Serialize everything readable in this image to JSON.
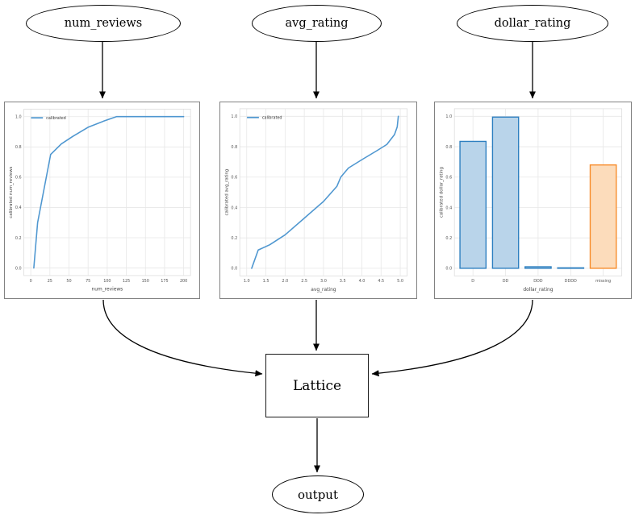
{
  "diagram": {
    "input_nodes": [
      {
        "id": "num_reviews",
        "label": "num_reviews"
      },
      {
        "id": "avg_rating",
        "label": "avg_rating"
      },
      {
        "id": "dollar_rating",
        "label": "dollar_rating"
      }
    ],
    "lattice_label": "Lattice",
    "output_label": "output",
    "edges": [
      {
        "from": "num_reviews",
        "to": "calibration-num_reviews"
      },
      {
        "from": "avg_rating",
        "to": "calibration-avg_rating"
      },
      {
        "from": "dollar_rating",
        "to": "calibration-dollar_rating"
      },
      {
        "from": "calibration-num_reviews",
        "to": "Lattice"
      },
      {
        "from": "calibration-avg_rating",
        "to": "Lattice"
      },
      {
        "from": "calibration-dollar_rating",
        "to": "Lattice"
      },
      {
        "from": "Lattice",
        "to": "output"
      }
    ]
  },
  "colors": {
    "edge_black": "#000000",
    "figure_border": "#818181",
    "grid": "#e7e7e7",
    "spine": "#dddddd",
    "tick_text": "#555555",
    "axis_label_text": "#444444",
    "line_blue": "#4f97d0",
    "bar_blue_fill": "#b9d4ea",
    "bar_blue_edge": "#2d7fc0",
    "bar_orange_fill": "#fcdcbb",
    "bar_orange_edge": "#f78b29"
  },
  "chart_data": [
    {
      "type": "line",
      "title": "",
      "xlabel": "num_reviews",
      "ylabel": "calibrated num_reviews",
      "xlim": [
        0,
        200
      ],
      "ylim": [
        0.0,
        1.0
      ],
      "grid": true,
      "legend": [
        {
          "label": "calibrated",
          "color": "line_blue"
        }
      ],
      "legend_position": "upper left",
      "xticks": [
        {
          "v": 0,
          "t": "0"
        },
        {
          "v": 25,
          "t": "25"
        },
        {
          "v": 50,
          "t": "50"
        },
        {
          "v": 75,
          "t": "75"
        },
        {
          "v": 100,
          "t": "100"
        },
        {
          "v": 125,
          "t": "125"
        },
        {
          "v": 150,
          "t": "150"
        },
        {
          "v": 175,
          "t": "175"
        },
        {
          "v": 200,
          "t": "200"
        }
      ],
      "yticks": [
        {
          "v": 0.0,
          "t": "0.0"
        },
        {
          "v": 0.2,
          "t": "0.2"
        },
        {
          "v": 0.4,
          "t": "0.4"
        },
        {
          "v": 0.6,
          "t": "0.6"
        },
        {
          "v": 0.8,
          "t": "0.8"
        },
        {
          "v": 1.0,
          "t": "1.0"
        }
      ],
      "series": [
        {
          "name": "calibrated",
          "color": "line_blue",
          "x": [
            4,
            9,
            26,
            40,
            55,
            75,
            95,
            112,
            200
          ],
          "y": [
            0.0,
            0.3,
            0.75,
            0.82,
            0.87,
            0.93,
            0.97,
            1.0,
            1.0
          ]
        }
      ]
    },
    {
      "type": "line",
      "title": "",
      "xlabel": "avg_rating",
      "ylabel": "calibrated avg_rating",
      "xlim": [
        1.0,
        5.0
      ],
      "ylim": [
        0.0,
        1.0
      ],
      "grid": true,
      "legend": [
        {
          "label": "calibrated",
          "color": "line_blue"
        }
      ],
      "legend_position": "upper left",
      "xticks": [
        {
          "v": 1.0,
          "t": "1.0"
        },
        {
          "v": 1.5,
          "t": "1.5"
        },
        {
          "v": 2.0,
          "t": "2.0"
        },
        {
          "v": 2.5,
          "t": "2.5"
        },
        {
          "v": 3.0,
          "t": "3.0"
        },
        {
          "v": 3.5,
          "t": "3.5"
        },
        {
          "v": 4.0,
          "t": "4.0"
        },
        {
          "v": 4.5,
          "t": "4.5"
        },
        {
          "v": 5.0,
          "t": "5.0"
        }
      ],
      "yticks": [
        {
          "v": 0.0,
          "t": "0.0"
        },
        {
          "v": 0.2,
          "t": "0.2"
        },
        {
          "v": 0.4,
          "t": "0.4"
        },
        {
          "v": 0.6,
          "t": "0.6"
        },
        {
          "v": 0.8,
          "t": "0.8"
        },
        {
          "v": 1.0,
          "t": "1.0"
        }
      ],
      "series": [
        {
          "name": "calibrated",
          "color": "line_blue",
          "x": [
            1.13,
            1.3,
            1.6,
            2.0,
            2.5,
            3.0,
            3.35,
            3.45,
            3.65,
            4.0,
            4.4,
            4.65,
            4.85,
            4.92,
            4.95
          ],
          "y": [
            0.0,
            0.12,
            0.155,
            0.22,
            0.33,
            0.44,
            0.54,
            0.6,
            0.66,
            0.715,
            0.775,
            0.815,
            0.88,
            0.93,
            1.0
          ]
        }
      ]
    },
    {
      "type": "bar",
      "title": "",
      "xlabel": "dollar_rating",
      "ylabel": "calibrated dollar_rating",
      "ylim": [
        0.0,
        1.0
      ],
      "grid": true,
      "categories": [
        "D",
        "DD",
        "DDD",
        "DDDD",
        "missing"
      ],
      "values": [
        0.835,
        0.995,
        0.01,
        0.003,
        0.68
      ],
      "bar_fill": [
        "bar_blue_fill",
        "bar_blue_fill",
        "bar_blue_fill",
        "bar_blue_fill",
        "bar_orange_fill"
      ],
      "bar_edge": [
        "bar_blue_edge",
        "bar_blue_edge",
        "bar_blue_edge",
        "bar_blue_edge",
        "bar_orange_edge"
      ],
      "yticks": [
        {
          "v": 0.0,
          "t": "0.0"
        },
        {
          "v": 0.2,
          "t": "0.2"
        },
        {
          "v": 0.4,
          "t": "0.4"
        },
        {
          "v": 0.6,
          "t": "0.6"
        },
        {
          "v": 0.8,
          "t": "0.8"
        },
        {
          "v": 1.0,
          "t": "1.0"
        }
      ]
    }
  ]
}
